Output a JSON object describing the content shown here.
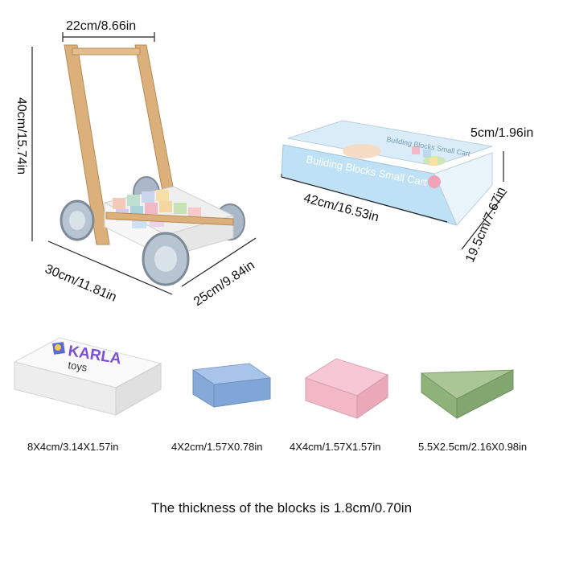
{
  "walker": {
    "width_label": "22cm/8.66in",
    "height_label": "40cm/15.74in",
    "length_label": "30cm/11.81in",
    "depth_label": "25cm/9.84in"
  },
  "box": {
    "print_text": "Building Blocks Small Cart",
    "depth_label": "5cm/1.96in",
    "length_label": "42cm/16.53in",
    "width_label": "19.5cm/7.67in"
  },
  "blocks": [
    {
      "label": "8X4cm/3.14X1.57in",
      "color": "#f3f3f3",
      "logo": {
        "brand": "KARLA",
        "sub": "toys"
      }
    },
    {
      "label": "4X2cm/1.57X0.78in",
      "color": "#7fa6d6"
    },
    {
      "label": "4X4cm/1.57X1.57in",
      "color": "#f2b8c6"
    },
    {
      "label": "5.5X2.5cm/2.16X0.98in",
      "color": "#8fb27a"
    }
  ],
  "footnote": "The thickness of the blocks is 1.8cm/0.70in"
}
